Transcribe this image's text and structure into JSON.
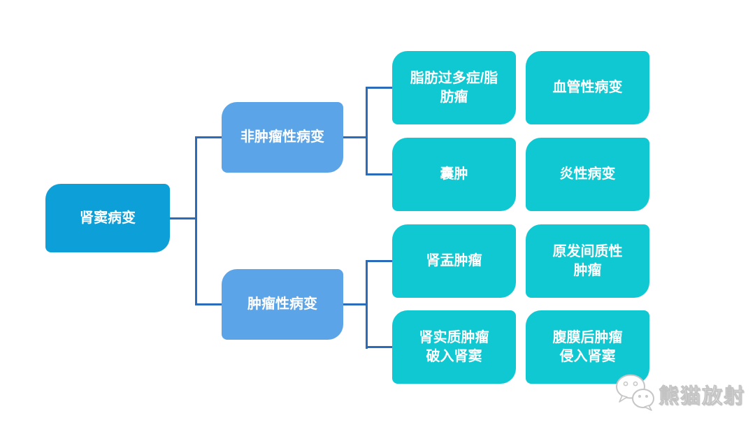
{
  "diagram": {
    "root": {
      "label": "肾窦病变"
    },
    "branches": [
      {
        "label": "非肿瘤性病变"
      },
      {
        "label": "肿瘤性病变"
      }
    ],
    "leaves": [
      {
        "label": "脂肪过多症/脂\n肪瘤"
      },
      {
        "label": "血管性病变"
      },
      {
        "label": "囊肿"
      },
      {
        "label": "炎性病变"
      },
      {
        "label": "肾盂肿瘤"
      },
      {
        "label": "原发间质性\n肿瘤"
      },
      {
        "label": "肾实质肿瘤\n破入肾窦"
      },
      {
        "label": "腹膜后肿瘤\n侵入肾窦"
      }
    ]
  },
  "watermark": {
    "label": "熊猫放射",
    "icon": "wechat-icon"
  },
  "colors": {
    "background": "#ffffff",
    "root_box": "#0c9fd8",
    "branch_box": "#5ba4e8",
    "leaf_box": "#0fc8d1",
    "connector": "#2a6cba",
    "box_text": "#ffffff"
  }
}
